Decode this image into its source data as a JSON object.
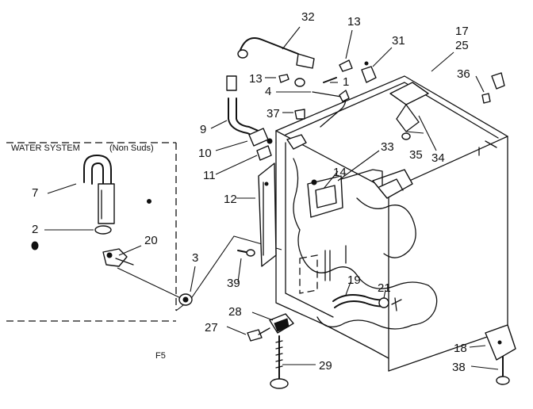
{
  "inset": {
    "title": "WATER SYSTEM",
    "qualifier": "(Non Suds)"
  },
  "page_mark": "F5",
  "callouts": {
    "p1": "1",
    "p2": "2",
    "p3": "3",
    "p4": "4",
    "p7": "7",
    "p9": "9",
    "p10": "10",
    "p11": "11",
    "p12": "12",
    "p13a": "13",
    "p13b": "13",
    "p14": "14",
    "p17": "17",
    "p18": "18",
    "p19": "19",
    "p20": "20",
    "p21": "21",
    "p25": "25",
    "p27": "27",
    "p28": "28",
    "p29": "29",
    "p31": "31",
    "p32": "32",
    "p33": "33",
    "p34": "34",
    "p35": "35",
    "p36": "36",
    "p37": "37",
    "p38": "38",
    "p39": "39"
  },
  "colors": {
    "ink": "#111111",
    "paper": "#ffffff"
  }
}
